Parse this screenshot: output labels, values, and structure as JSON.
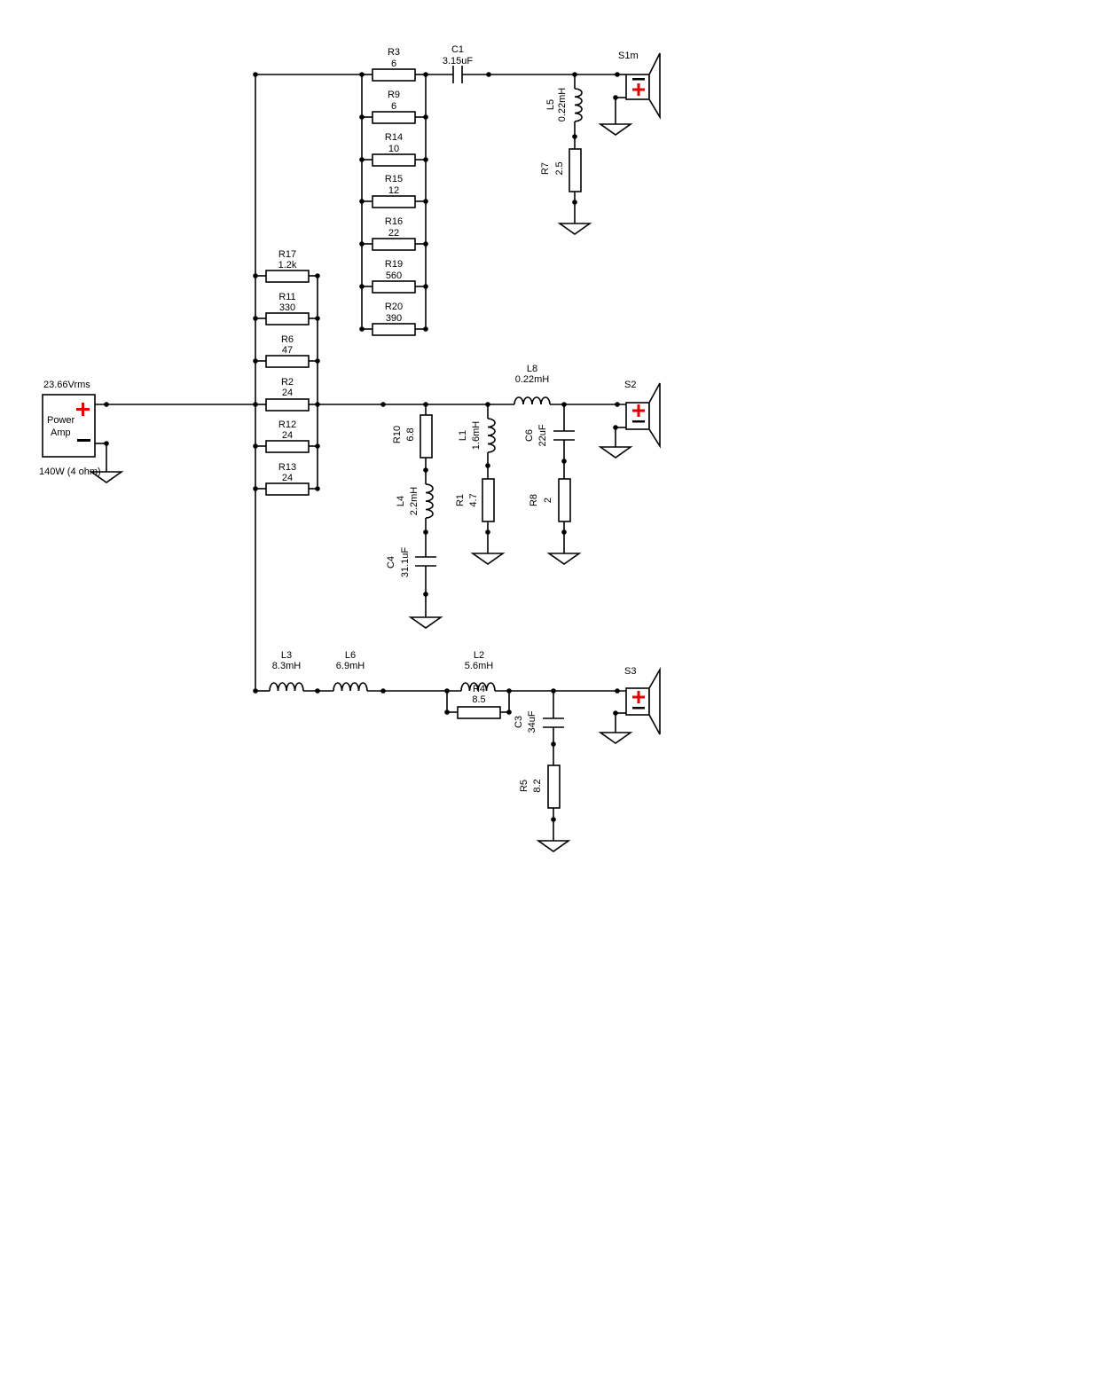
{
  "amp": {
    "voltage": "23.66Vrms",
    "label_line1": "Power",
    "label_line2": "Amp",
    "power": "140W (4 ohm)",
    "plus_color": "#e00000"
  },
  "components": {
    "R3": {
      "name": "R3",
      "value": "6"
    },
    "R9": {
      "name": "R9",
      "value": "6"
    },
    "R14": {
      "name": "R14",
      "value": "10"
    },
    "R15": {
      "name": "R15",
      "value": "12"
    },
    "R16": {
      "name": "R16",
      "value": "22"
    },
    "R19": {
      "name": "R19",
      "value": "560"
    },
    "R20": {
      "name": "R20",
      "value": "390"
    },
    "C1": {
      "name": "C1",
      "value": "3.15uF"
    },
    "L5": {
      "name": "L5",
      "value": "0.22mH"
    },
    "R7": {
      "name": "R7",
      "value": "2.5"
    },
    "R17": {
      "name": "R17",
      "value": "1.2k"
    },
    "R11": {
      "name": "R11",
      "value": "330"
    },
    "R6": {
      "name": "R6",
      "value": "47"
    },
    "R2": {
      "name": "R2",
      "value": "24"
    },
    "R12": {
      "name": "R12",
      "value": "24"
    },
    "R13": {
      "name": "R13",
      "value": "24"
    },
    "L8": {
      "name": "L8",
      "value": "0.22mH"
    },
    "R10": {
      "name": "R10",
      "value": "6.8"
    },
    "L1": {
      "name": "L1",
      "value": "1.6mH"
    },
    "C6": {
      "name": "C6",
      "value": "22uF"
    },
    "L4": {
      "name": "L4",
      "value": "2.2mH"
    },
    "R1": {
      "name": "R1",
      "value": "4.7"
    },
    "R8": {
      "name": "R8",
      "value": "2"
    },
    "C4": {
      "name": "C4",
      "value": "31.1uF"
    },
    "L3": {
      "name": "L3",
      "value": "8.3mH"
    },
    "L6": {
      "name": "L6",
      "value": "6.9mH"
    },
    "L2": {
      "name": "L2",
      "value": "5.6mH"
    },
    "R4": {
      "name": "R4",
      "value": "8.5"
    },
    "C3": {
      "name": "C3",
      "value": "34uF"
    },
    "R5": {
      "name": "R5",
      "value": "8.2"
    }
  },
  "speakers": {
    "S1m": "S1m",
    "S2": "S2",
    "S3": "S3"
  },
  "colors": {
    "wire": "#000000",
    "polarity_plus": "#e00000"
  }
}
